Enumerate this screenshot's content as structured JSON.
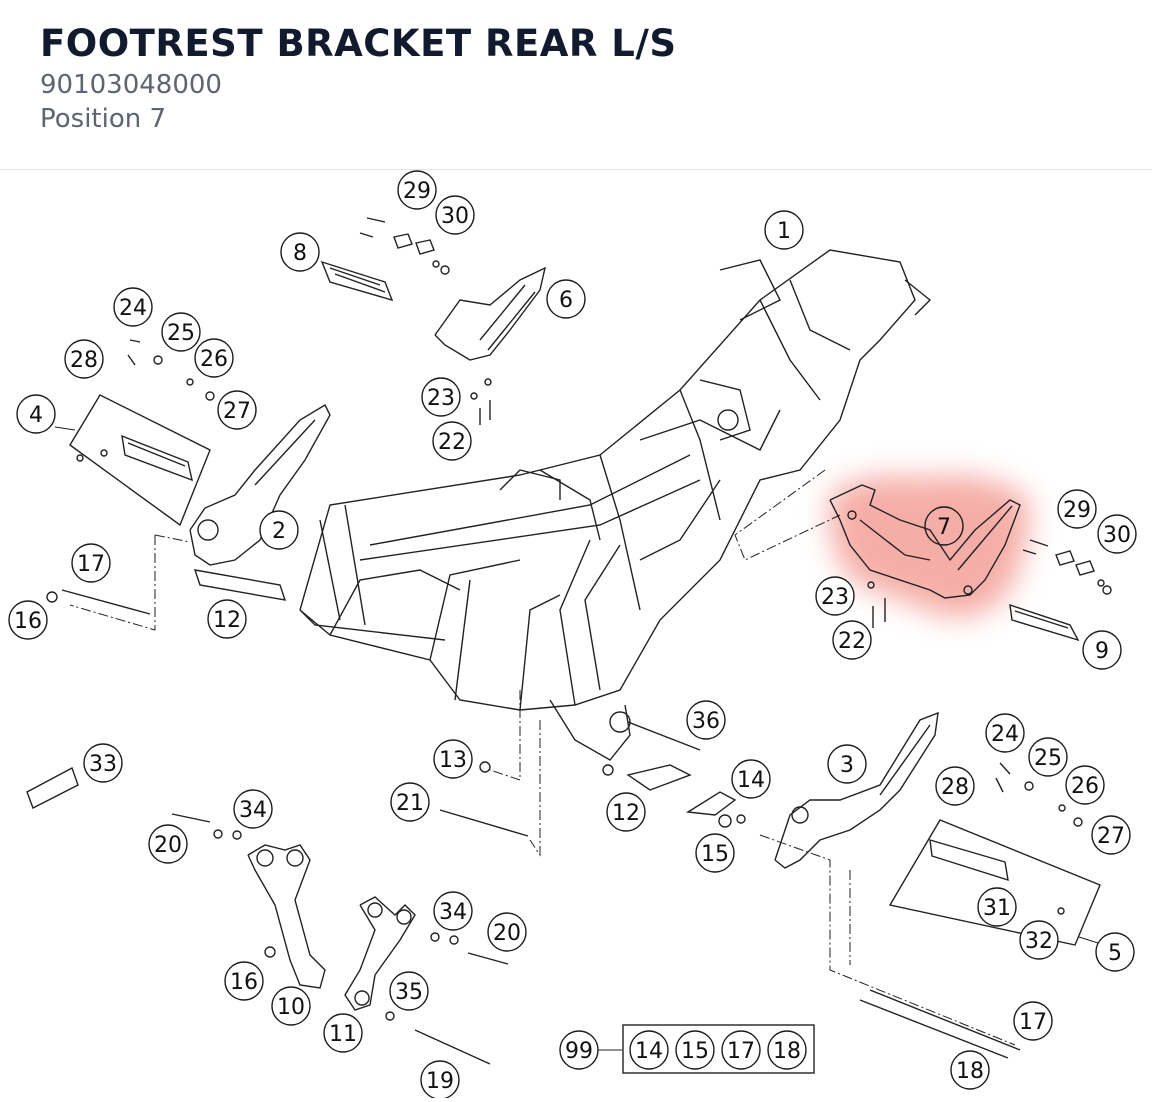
{
  "header": {
    "title": "FOOTREST BRACKET REAR L/S",
    "part_number": "90103048000",
    "position_label": "Position 7"
  },
  "diagram": {
    "highlight_color": "#f28b82",
    "highlighted_callout": "7",
    "callouts": [
      {
        "id": "c1",
        "label": "1"
      },
      {
        "id": "c2",
        "label": "2"
      },
      {
        "id": "c3",
        "label": "3"
      },
      {
        "id": "c4",
        "label": "4"
      },
      {
        "id": "c5",
        "label": "5"
      },
      {
        "id": "c6",
        "label": "6"
      },
      {
        "id": "c7",
        "label": "7"
      },
      {
        "id": "c8",
        "label": "8"
      },
      {
        "id": "c9",
        "label": "9"
      },
      {
        "id": "c10",
        "label": "10"
      },
      {
        "id": "c11",
        "label": "11"
      },
      {
        "id": "c12a",
        "label": "12"
      },
      {
        "id": "c12b",
        "label": "12"
      },
      {
        "id": "c13",
        "label": "13"
      },
      {
        "id": "c14a",
        "label": "14"
      },
      {
        "id": "c15a",
        "label": "15"
      },
      {
        "id": "c16a",
        "label": "16"
      },
      {
        "id": "c16b",
        "label": "16"
      },
      {
        "id": "c17a",
        "label": "17"
      },
      {
        "id": "c17b",
        "label": "17"
      },
      {
        "id": "c18a",
        "label": "18"
      },
      {
        "id": "c19",
        "label": "19"
      },
      {
        "id": "c20a",
        "label": "20"
      },
      {
        "id": "c20b",
        "label": "20"
      },
      {
        "id": "c21",
        "label": "21"
      },
      {
        "id": "c22a",
        "label": "22"
      },
      {
        "id": "c22b",
        "label": "22"
      },
      {
        "id": "c23a",
        "label": "23"
      },
      {
        "id": "c23b",
        "label": "23"
      },
      {
        "id": "c24a",
        "label": "24"
      },
      {
        "id": "c24b",
        "label": "24"
      },
      {
        "id": "c25a",
        "label": "25"
      },
      {
        "id": "c25b",
        "label": "25"
      },
      {
        "id": "c26a",
        "label": "26"
      },
      {
        "id": "c26b",
        "label": "26"
      },
      {
        "id": "c27a",
        "label": "27"
      },
      {
        "id": "c27b",
        "label": "27"
      },
      {
        "id": "c28a",
        "label": "28"
      },
      {
        "id": "c28b",
        "label": "28"
      },
      {
        "id": "c29a",
        "label": "29"
      },
      {
        "id": "c29b",
        "label": "29"
      },
      {
        "id": "c30a",
        "label": "30"
      },
      {
        "id": "c30b",
        "label": "30"
      },
      {
        "id": "c31",
        "label": "31"
      },
      {
        "id": "c32",
        "label": "32"
      },
      {
        "id": "c33",
        "label": "33"
      },
      {
        "id": "c34a",
        "label": "34"
      },
      {
        "id": "c34b",
        "label": "34"
      },
      {
        "id": "c35",
        "label": "35"
      },
      {
        "id": "c36",
        "label": "36"
      }
    ],
    "kit": {
      "label": "99",
      "items": [
        "14",
        "15",
        "17",
        "18"
      ]
    }
  }
}
